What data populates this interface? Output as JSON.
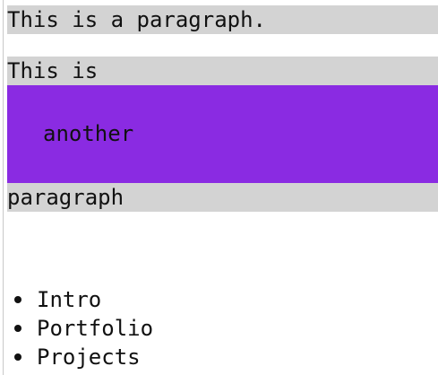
{
  "paragraph_1": {
    "text": "This is a paragraph."
  },
  "paragraph_2": {
    "line_1": "This is",
    "highlight": "another",
    "line_3": "paragraph"
  },
  "colors": {
    "paragraph_background": "#d3d3d3",
    "highlight_background": "#8a2be2"
  },
  "nav": {
    "items": [
      {
        "label": "Intro"
      },
      {
        "label": "Portfolio"
      },
      {
        "label": "Projects"
      }
    ]
  }
}
